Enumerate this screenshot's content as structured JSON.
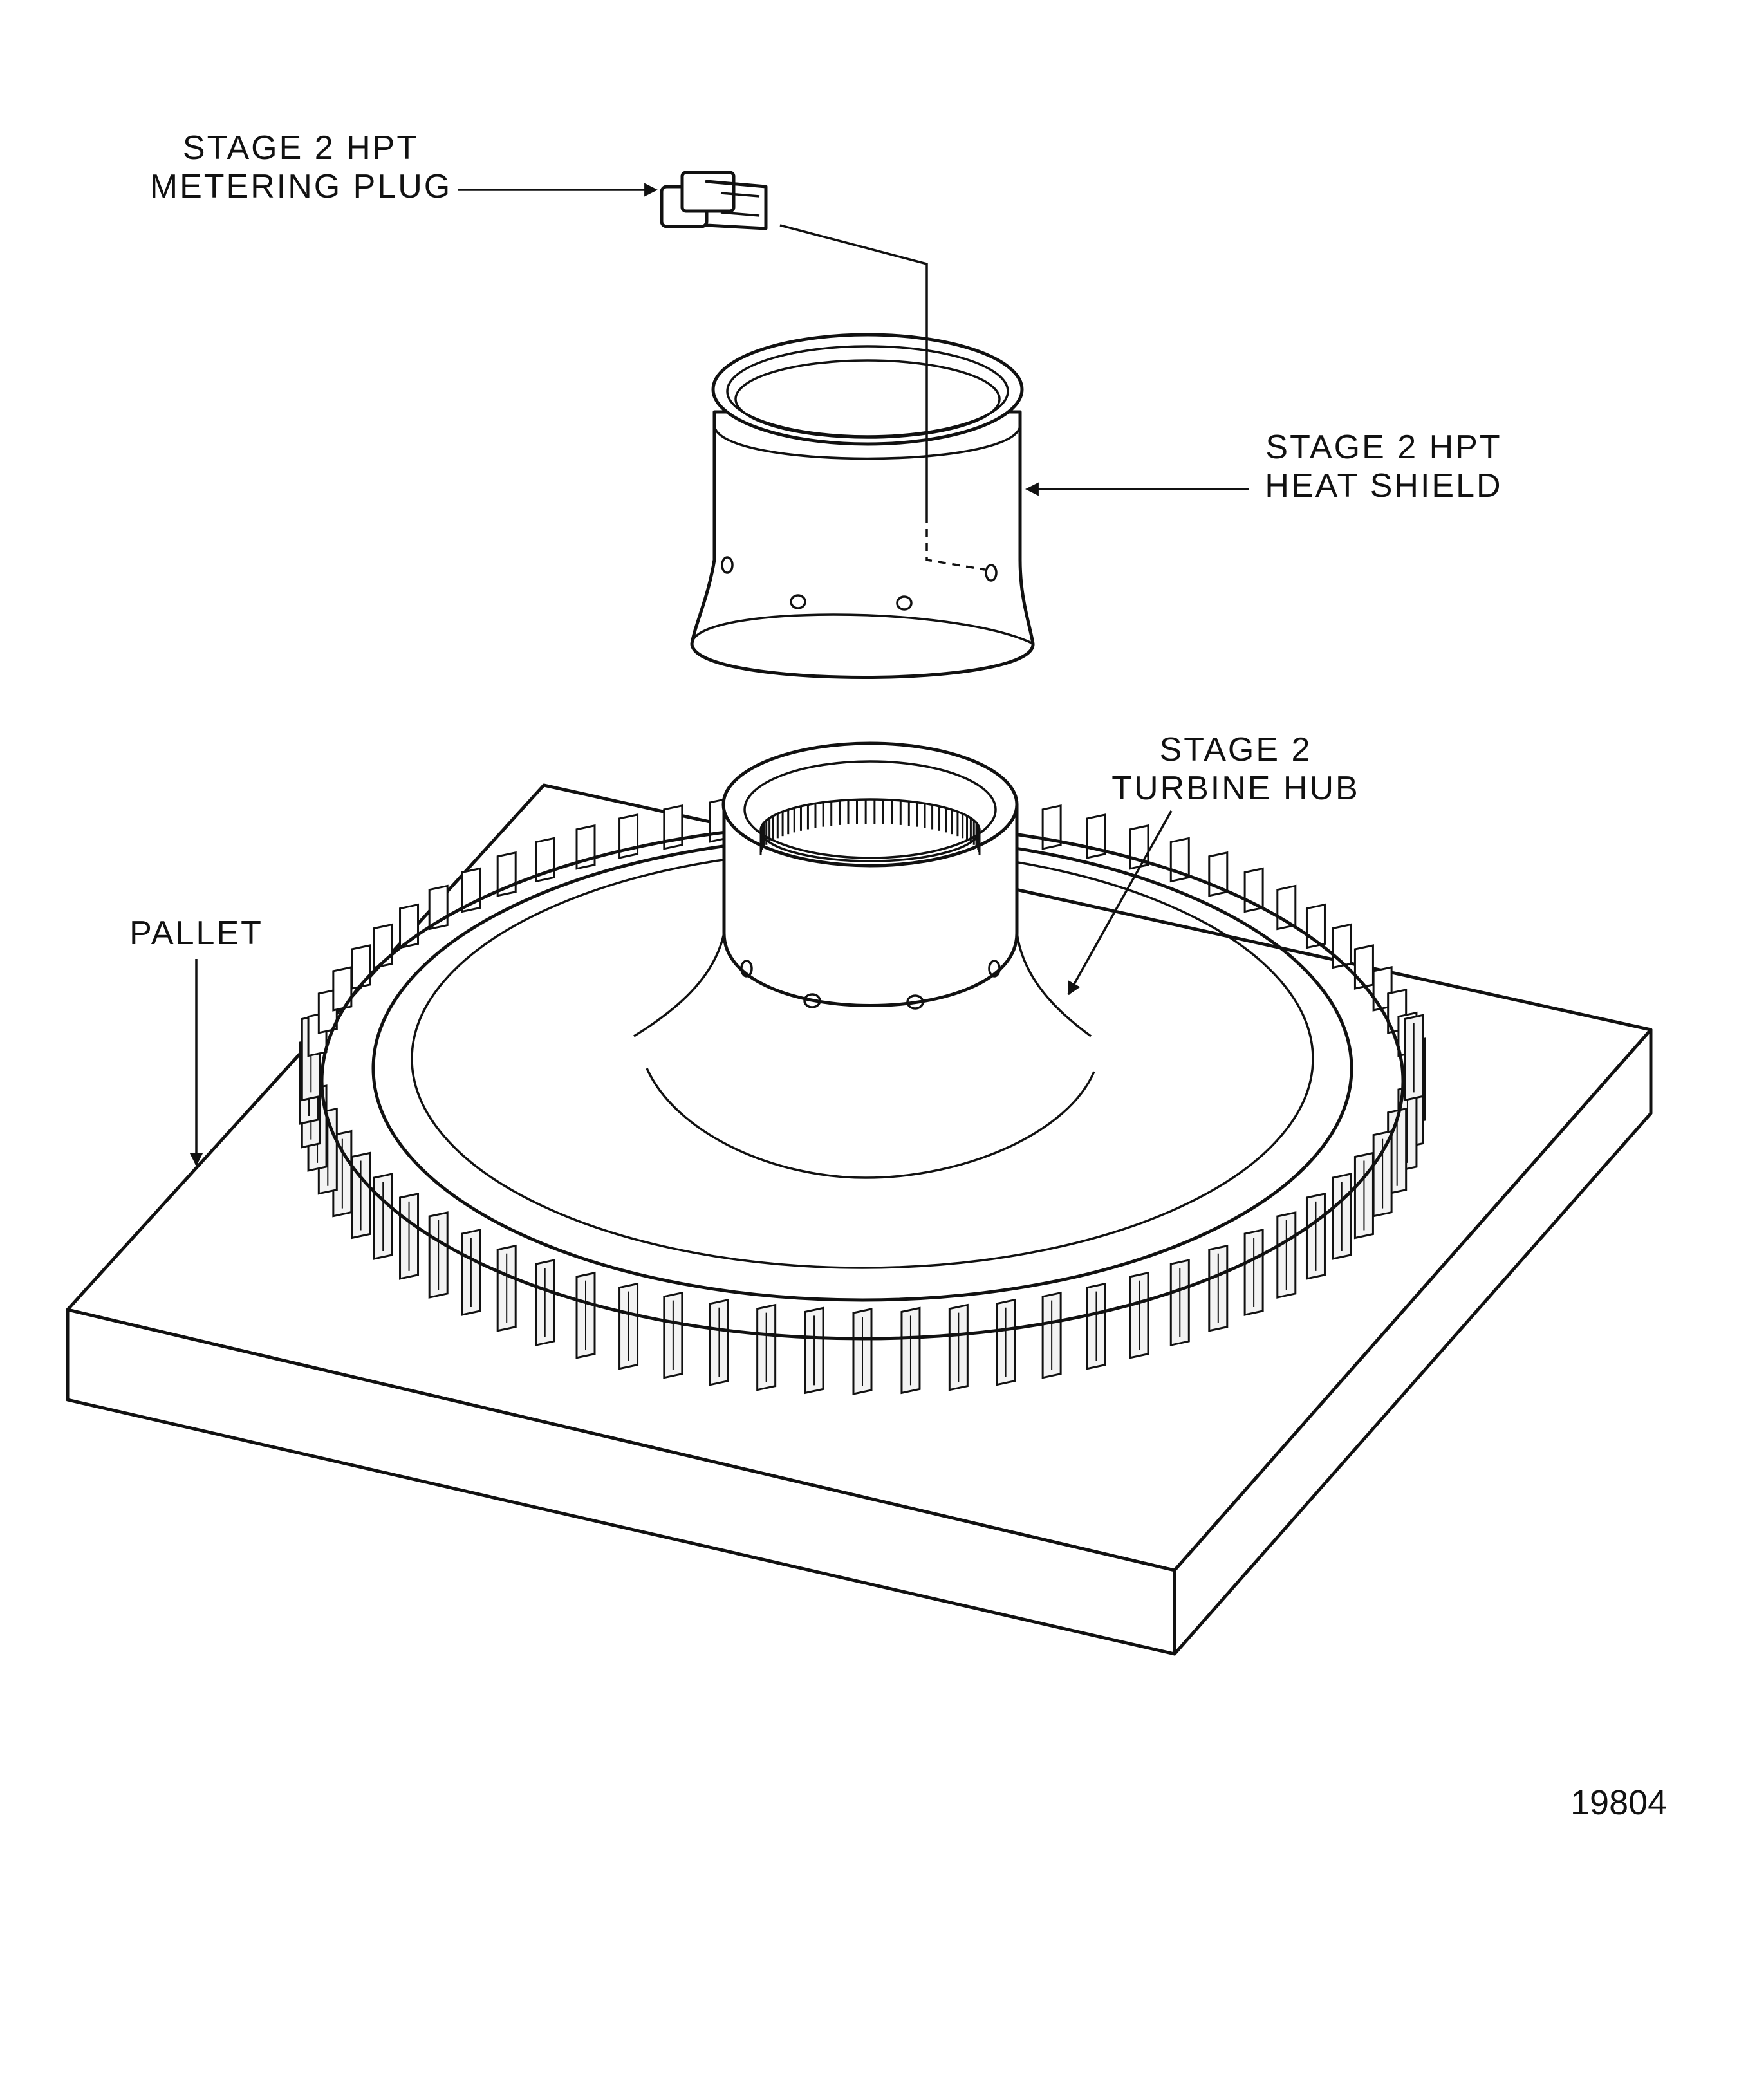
{
  "labels": {
    "metering_plug": [
      "STAGE 2 HPT",
      "METERING PLUG"
    ],
    "heat_shield": [
      "STAGE 2 HPT",
      "HEAT SHIELD"
    ],
    "turbine_hub": [
      "STAGE 2",
      "TURBINE HUB"
    ],
    "pallet": "PALLET"
  },
  "figure_number": "19804",
  "colors": {
    "ink": "#111111",
    "paper": "#ffffff"
  }
}
